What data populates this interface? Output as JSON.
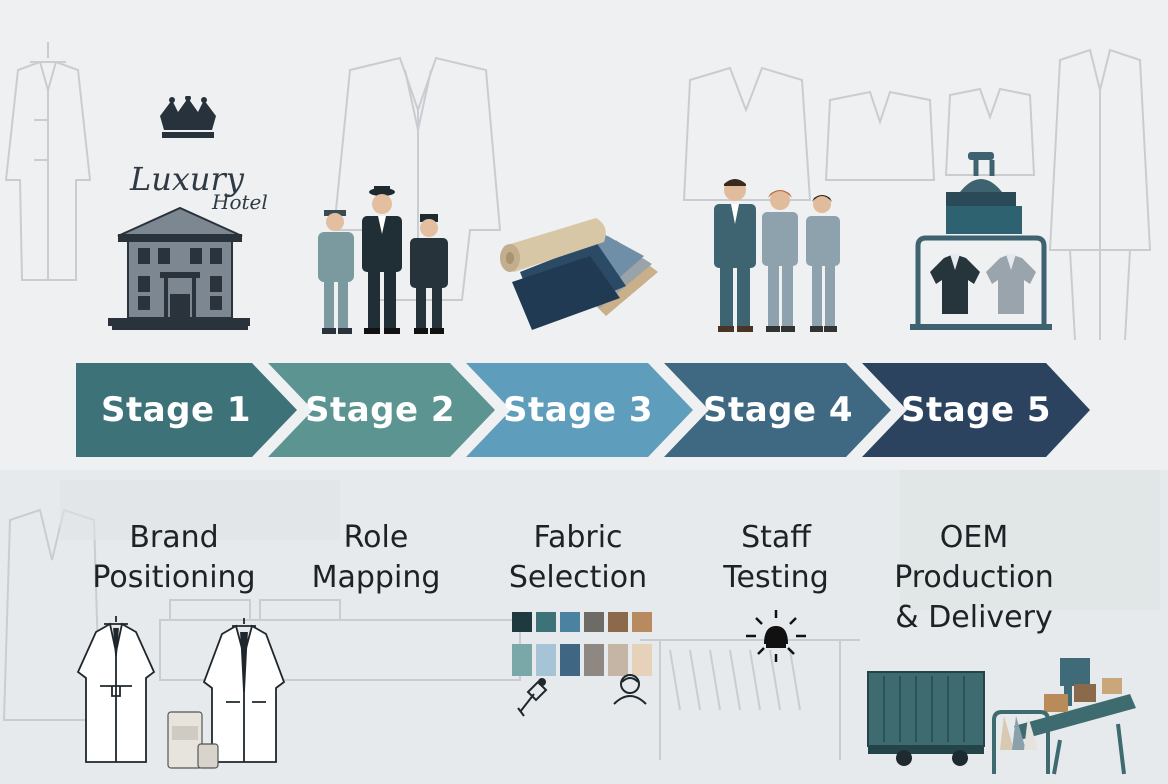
{
  "brand": {
    "line1": "Luxury",
    "line2": "Hotel"
  },
  "stages": [
    {
      "label": "Stage 1",
      "color": "#3d7278",
      "caption": "Brand\nPositioning"
    },
    {
      "label": "Stage 2",
      "color": "#5b9490",
      "caption": "Role\nMapping"
    },
    {
      "label": "Stage 3",
      "color": "#5e9dbb",
      "caption": "Fabric\nSelection"
    },
    {
      "label": "Stage 4",
      "color": "#3f6882",
      "caption": "Staff\nTesting"
    },
    {
      "label": "Stage 5",
      "color": "#2c4360",
      "caption": "OEM\nProduction\n& Delivery"
    }
  ],
  "icons": {
    "stage1_top": "hotel-building-icon",
    "stage2_top": "staff-group-icon",
    "stage3_top": "fabric-rolls-icon",
    "stage4_top": "staff-uniform-icon",
    "stage5_top": "garment-rack-icon",
    "stage1_bottom": "uniform-sketch-icon",
    "stage3_bottom": "color-palette-icon",
    "stage4_bottom": "light-bulb-icon",
    "stage5_bottom": "container-truck-icon"
  },
  "palette": [
    "#1e3a3e",
    "#3d7278",
    "#4a82a0",
    "#6e6a66",
    "#8a6a4a",
    "#b78a60",
    "#7aa8a8",
    "#a7c4d6",
    "#3f6682",
    "#8e8782",
    "#c4b5a5",
    "#e6d2bb"
  ]
}
